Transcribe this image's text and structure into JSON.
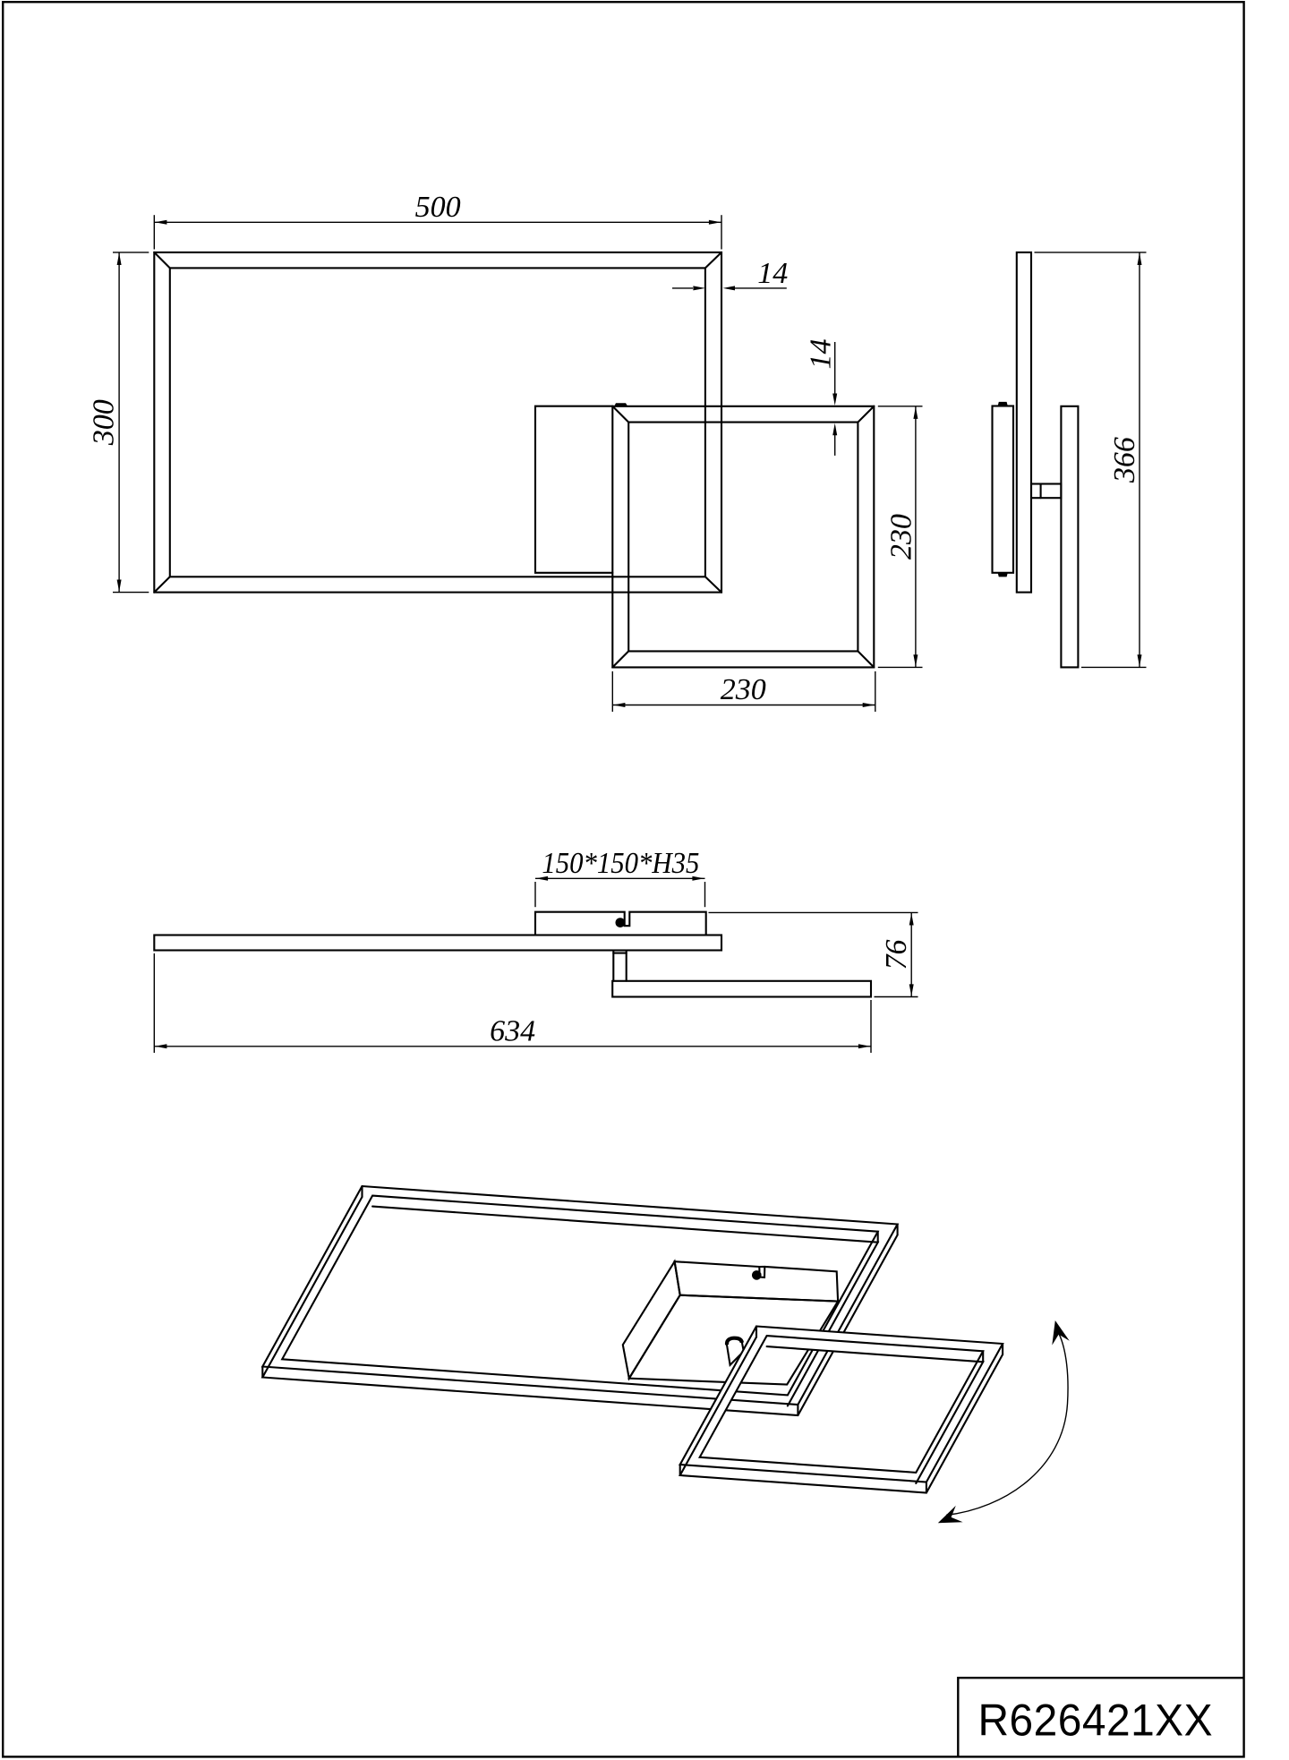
{
  "document": {
    "type": "technical-dimension-drawing",
    "product": "LED ceiling light with two swivelling square frames",
    "background_color": "#ffffff",
    "line_color": "#000000"
  },
  "front_view": {
    "dim_width": "500",
    "dim_height": "300",
    "dim_profile_w1": "14",
    "dim_profile_w2": "14",
    "dim_square_h": "230",
    "dim_square_w": "230"
  },
  "side_view": {
    "dim_total_h": "366"
  },
  "bottom_view": {
    "dim_canopy": "150*150*H35",
    "dim_height": "76",
    "dim_length": "634"
  },
  "isometric_view": {
    "feature": "swivel-direction-arrow"
  },
  "title_block": {
    "part_number": "R626421XX"
  }
}
